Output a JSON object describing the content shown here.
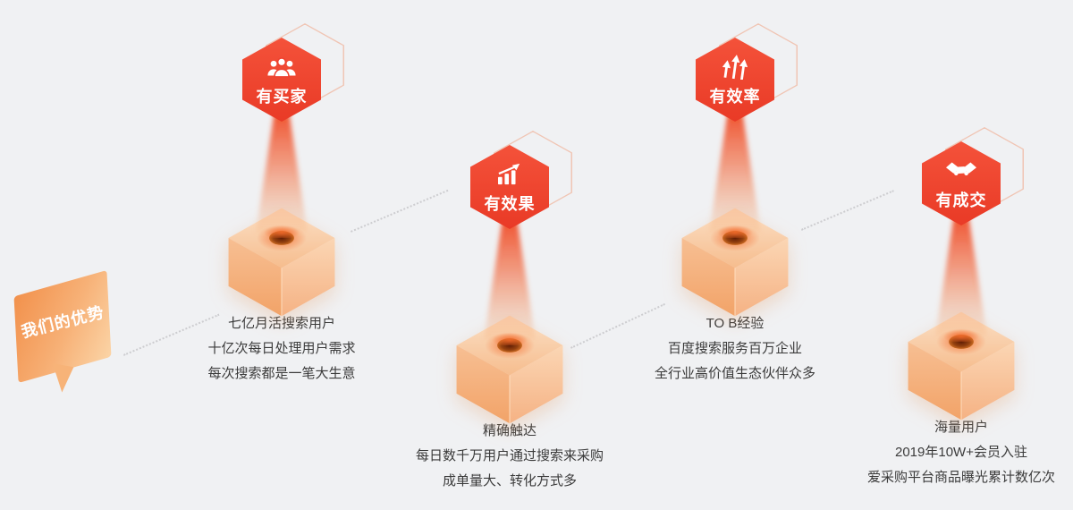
{
  "page": {
    "background": "#f0f1f3"
  },
  "colors": {
    "badge_red": "#ea4130",
    "beam_orange": "#f4622e",
    "box_orange": "#f6b984",
    "bubble_orange": "#f6a868",
    "caption_text": "#3b3b3b"
  },
  "bubble": {
    "label": "我们的优势"
  },
  "groups": [
    {
      "id": "buyers",
      "badge": "有买家",
      "icon": "users-group-icon",
      "lines": [
        "七亿月活搜索用户",
        "十亿次每日处理用户需求",
        "每次搜索都是一笔大生意"
      ]
    },
    {
      "id": "results",
      "badge": "有效果",
      "icon": "bar-chart-growth-icon",
      "lines": [
        "精确触达",
        "每日数千万用户通过搜索来采购",
        "成单量大、转化方式多"
      ]
    },
    {
      "id": "efficiency",
      "badge": "有效率",
      "icon": "triple-up-arrows-icon",
      "lines": [
        "TO B经验",
        "百度搜索服务百万企业",
        "全行业高价值生态伙伴众多"
      ]
    },
    {
      "id": "deals",
      "badge": "有成交",
      "icon": "handshake-icon",
      "lines": [
        "海量用户",
        "2019年10W+会员入驻",
        "爱采购平台商品曝光累计数亿次"
      ]
    }
  ]
}
